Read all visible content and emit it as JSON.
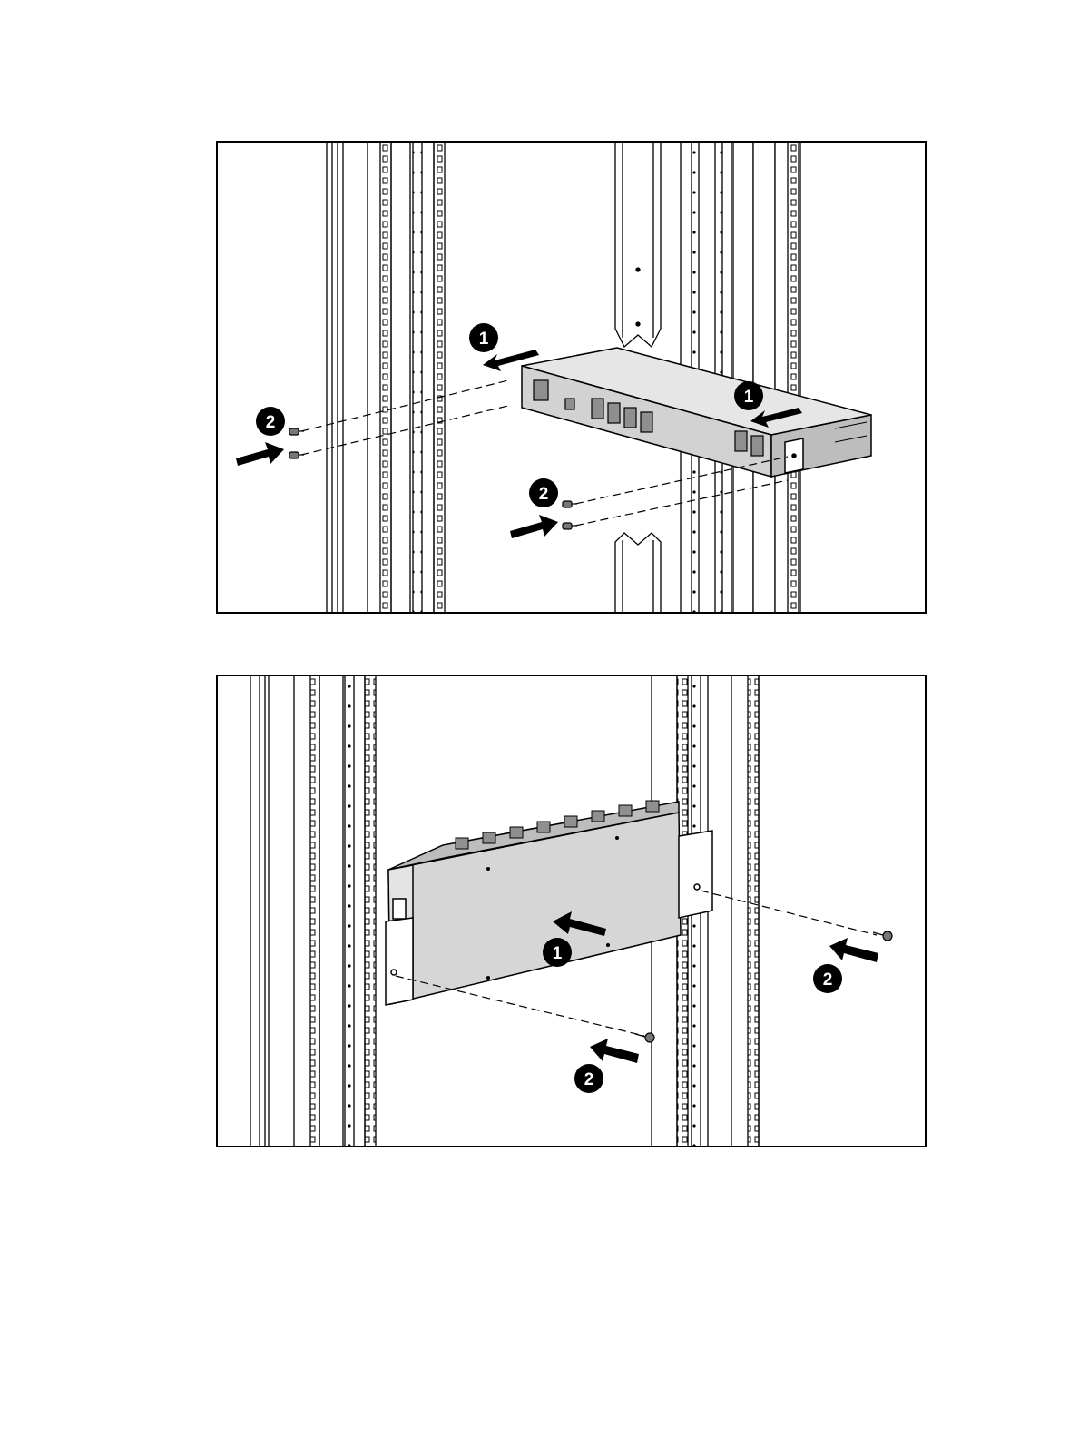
{
  "figures": [
    {
      "id": "horizontal-mount",
      "callouts": [
        {
          "label": "1",
          "role": "slide-in-step"
        },
        {
          "label": "1",
          "role": "slide-in-step"
        },
        {
          "label": "2",
          "role": "screw-step"
        },
        {
          "label": "2",
          "role": "screw-step"
        }
      ]
    },
    {
      "id": "vertical-mount",
      "callouts": [
        {
          "label": "1",
          "role": "slide-in-step"
        },
        {
          "label": "2",
          "role": "screw-step"
        },
        {
          "label": "2",
          "role": "screw-step"
        }
      ]
    }
  ],
  "colors": {
    "line": "#000000",
    "pdu_body": "#d9d9d9",
    "pdu_dark": "#8f8f8f",
    "rail_fill": "#ffffff",
    "callout_fill": "#000000",
    "callout_text": "#ffffff"
  },
  "icons": [
    "arrow-icon",
    "screw-icon",
    "callout-badge-icon"
  ]
}
